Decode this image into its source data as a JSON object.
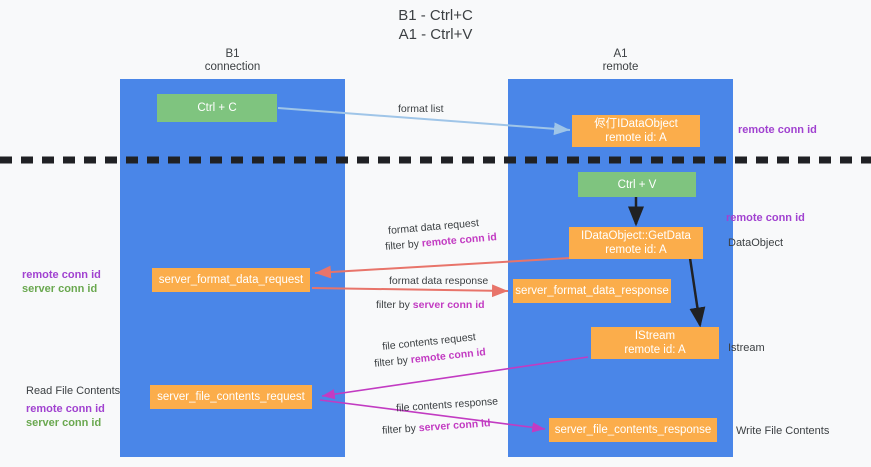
{
  "title": "B1 - Ctrl+C\nA1 - Ctrl+V",
  "lanes": [
    {
      "id": "b1",
      "header": "B1\nconnection"
    },
    {
      "id": "a1",
      "header": "A1\nremote"
    }
  ],
  "nodes": {
    "ctrl_c": "Ctrl + C",
    "data_object_remote": "侭仃IDataObject\nremote id: A",
    "ctrl_v": "Ctrl + V",
    "get_data": "IDataObject::GetData\nremote id: A",
    "server_format_data_request": "server_format_data_request",
    "server_format_data_response": "server_format_data_response",
    "istream": "IStream\nremote id: A",
    "server_file_contents_request": "server_file_contents_request",
    "server_file_contents_response": "server_file_contents_response"
  },
  "edges": {
    "format_list": "format list",
    "format_data_request": "format data request",
    "format_data_request_filter_prefix": "filter by ",
    "format_data_request_filter_key": "remote conn id",
    "format_data_response": "format data response",
    "format_data_response_filter_prefix": "filter by ",
    "format_data_response_filter_key": "server conn id",
    "file_contents_request": "file contents request",
    "file_contents_request_filter_prefix": "filter by ",
    "file_contents_request_filter_key": "remote conn id",
    "file_contents_response": "file contents response",
    "file_contents_response_filter_prefix": "filter by ",
    "file_contents_response_filter_key": "server conn id"
  },
  "annotations": {
    "right_remote_conn_id_top": "remote conn id",
    "right_remote_conn_id_mid": "remote conn id",
    "right_data_object": "DataObject",
    "right_istream": "Istream",
    "right_write_file_contents": "Write File Contents",
    "left_remote_conn_id_1": "remote conn id",
    "left_server_conn_id_1": "server conn id",
    "left_read_file_contents": "Read File Contents",
    "left_remote_conn_id_2": "remote conn id",
    "left_server_conn_id_2": "server conn id"
  },
  "colors": {
    "lane": "#4a86e8",
    "green_node": "#7fc47f",
    "orange_node": "#fbad4b",
    "purple": "#a142d0",
    "green_text": "#6aa84f",
    "pink_arrow": "#c23bc2",
    "red_arrow": "#e8746a",
    "light_blue_arrow": "#9fc5e8",
    "divider": "#202124",
    "background": "#f8f9fa"
  }
}
